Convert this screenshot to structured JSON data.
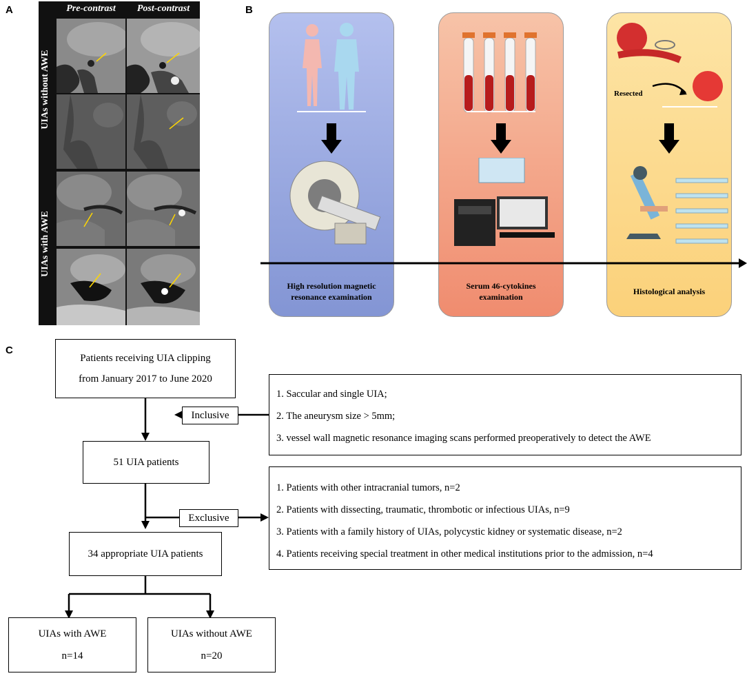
{
  "panel_labels": {
    "a": "A",
    "b": "B",
    "c": "C"
  },
  "panel_a": {
    "col_headers": [
      "Pre-contrast",
      "Post-contrast"
    ],
    "row_groups": [
      "UIAs without AWE",
      "UIAs with AWE"
    ]
  },
  "panel_b": {
    "stages": [
      {
        "caption_line1": "High resolution magnetic",
        "caption_line2": "resonance examination",
        "color": "#8fa3dc"
      },
      {
        "caption_line1": "Serum 46-cytokines",
        "caption_line2": "examination",
        "color": "#f2a07f"
      },
      {
        "caption_line1": "Histological analysis",
        "caption_line2": "",
        "color": "#fcd98a"
      }
    ],
    "resected_label": "Resected"
  },
  "panel_c": {
    "start_box": [
      "Patients receiving UIA clipping",
      "from January 2017 to June 2020"
    ],
    "inclusive_label": "Inclusive",
    "inclusive_criteria": [
      "1. Saccular and single UIA;",
      "2. The aneurysm  size > 5mm;",
      "3. vessel wall magnetic resonance imaging scans performed preoperatively to detect the AWE"
    ],
    "after_inclusion": "51 UIA patients",
    "exclusive_label": "Exclusive",
    "exclusive_criteria": [
      "1. Patients with other intracranial tumors, n=2",
      "2. Patients with dissecting, traumatic, thrombotic or infectious UIAs, n=9",
      "3. Patients with a family history of UIAs, polycystic kidney or systematic disease, n=2",
      "4. Patients receiving special treatment in other medical institutions prior to the admission, n=4"
    ],
    "after_exclusion": "34 appropriate  UIA patients",
    "groups": [
      {
        "name": "UIAs with AWE",
        "count": "n=14"
      },
      {
        "name": "UIAs without AWE",
        "count": "n=20"
      }
    ]
  }
}
